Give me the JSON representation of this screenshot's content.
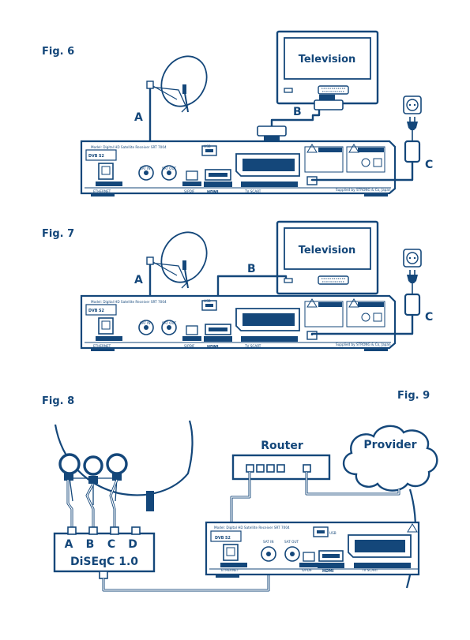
{
  "figures": {
    "fig6": "Fig. 6",
    "fig7": "Fig. 7",
    "fig8": "Fig. 8",
    "fig9": "Fig. 9"
  },
  "labels": {
    "a": "A",
    "b": "B",
    "c": "C"
  },
  "television": "Television",
  "receiver": {
    "model": "Model: Digital HD Satellite Receiver SRT 7004",
    "logo": "DVB S2",
    "usb": "USB",
    "ethernet": "ETHERNET",
    "sat_in": "SAT IN",
    "sat_out": "SAT OUT",
    "spdif": "S/PDIF",
    "hdmi": "HDMI",
    "tv_scart": "TV SCART",
    "caution": "CAUTION",
    "attention": "ATTENTION",
    "supplied": "Supplied by STRONG & Co, Japan"
  },
  "diseqc": {
    "ports": [
      "A",
      "B",
      "C",
      "D"
    ],
    "title": "DiSEqC 1.0"
  },
  "router": "Router",
  "provider": "Provider",
  "colors": {
    "ink": "#14477a",
    "paper": "#ffffff"
  }
}
